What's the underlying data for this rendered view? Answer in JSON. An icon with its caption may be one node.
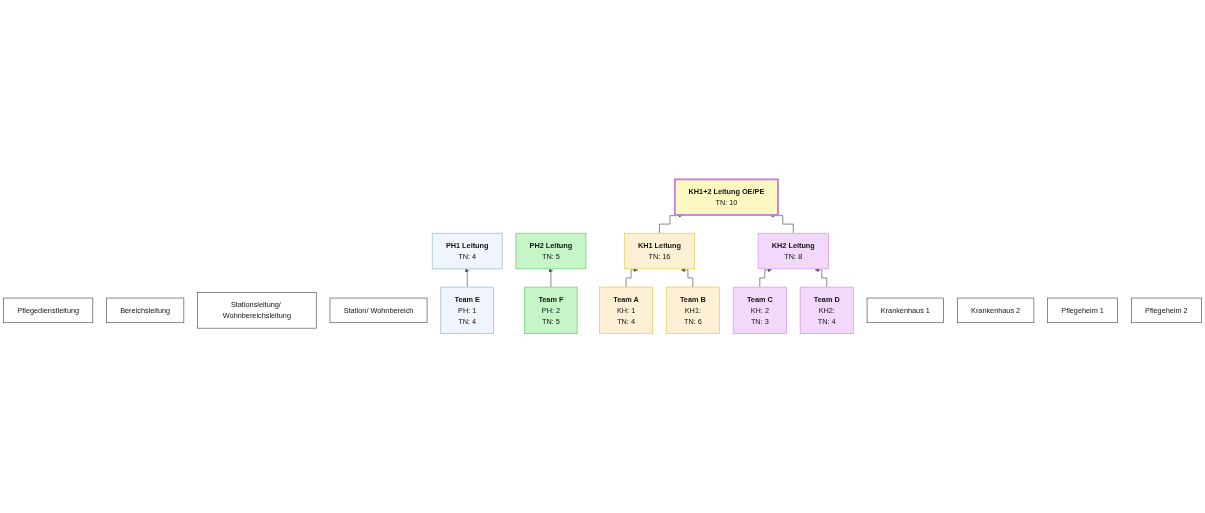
{
  "diagram": {
    "nodes": [
      {
        "text": [
          "Pflegedienstleitung"
        ]
      },
      {
        "text": [
          "KH1+2 Leitung OE/PE",
          "TN: 10"
        ]
      },
      {
        "text": [
          "PH1 Leitung",
          "TN: 4"
        ]
      },
      {
        "text": [
          "PH2 Leitung",
          "TN: 5"
        ]
      },
      {
        "text": [
          "Bereichsleitung"
        ]
      },
      {
        "text": [
          "KH1 Leitung",
          "TN: 16"
        ]
      },
      {
        "text": [
          "KH2 Leitung",
          "TN: 8"
        ]
      },
      {
        "text": [
          "Stationsleitung/ Wohnbereichsleitung"
        ]
      },
      {
        "text": [
          "Station/ Wohnbereich"
        ]
      },
      {
        "text": [
          "Team A",
          "KH: 1",
          "TN: 4"
        ]
      },
      {
        "text": [
          "Team B",
          "KH1:",
          "TN: 6"
        ]
      },
      {
        "text": [
          "Team C",
          "KH: 2",
          "TN: 3"
        ]
      },
      {
        "text": [
          "Team D",
          "KH2:",
          "TN: 4"
        ]
      },
      {
        "text": [
          "Team E",
          "PH: 1",
          "TN: 4"
        ]
      },
      {
        "text": [
          "Team F",
          "PH: 2",
          "TN: 5"
        ]
      },
      {
        "text": [
          "Krankenhaus 1"
        ]
      },
      {
        "text": [
          "Krankenhaus 2"
        ]
      },
      {
        "text": [
          "Pflegeheim 1"
        ]
      },
      {
        "text": [
          "Pflegeheim 2"
        ]
      }
    ],
    "edges": [
      {
        "from": 5,
        "to": 1,
        "arrow": "to"
      },
      {
        "from": 6,
        "to": 1,
        "arrow": "to"
      },
      {
        "from": 9,
        "to": 5,
        "arrow": "to"
      },
      {
        "from": 10,
        "to": 5,
        "arrow": "to"
      },
      {
        "from": 11,
        "to": 6,
        "arrow": "to"
      },
      {
        "from": 12,
        "to": 6,
        "arrow": "to"
      },
      {
        "from": 13,
        "to": 2,
        "arrow": "to"
      },
      {
        "from": 14,
        "to": 3,
        "arrow": "to"
      }
    ]
  }
}
